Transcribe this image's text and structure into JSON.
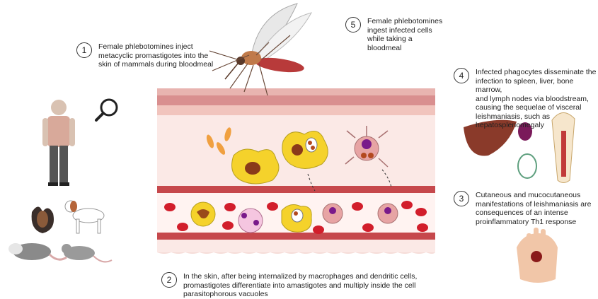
{
  "steps": [
    {
      "num": "1",
      "text": "Female phlebotomines inject\nmetacyclic promastigotes into the\nskin of mammals during bloodmeal"
    },
    {
      "num": "2",
      "text": "In the skin, after being internalized by macrophages and dendritic cells,\npromastigotes differentiate into amastigotes and multiply inside the cell\nparasitophorous vacuoles"
    },
    {
      "num": "3",
      "text": "Cutaneous and mucocutaneous\nmanifestations of leishmaniasis are\nconsequences of an intense\nproinflammatory Th1 response"
    },
    {
      "num": "4",
      "text": "Infected phagocytes disseminate the\ninfection to spleen, liver, bone marrow,\nand lymph nodes via bloodstream,\ncausing the sequelae of visceral\nleishmaniasis, such as\nhepatosplenomegaly"
    },
    {
      "num": "5",
      "text": "Female phlebotomines\ningest infected cells\nwhile taking a\nbloodmeal"
    }
  ],
  "icons": [
    "sandfly-icon",
    "magnifier-icon",
    "human-icon",
    "bat-icon",
    "dog-icon",
    "opossum-icon",
    "rat-icon",
    "liver-icon",
    "spleen-icon",
    "lymph-node-icon",
    "bone-icon",
    "hand-lesion-icon"
  ]
}
